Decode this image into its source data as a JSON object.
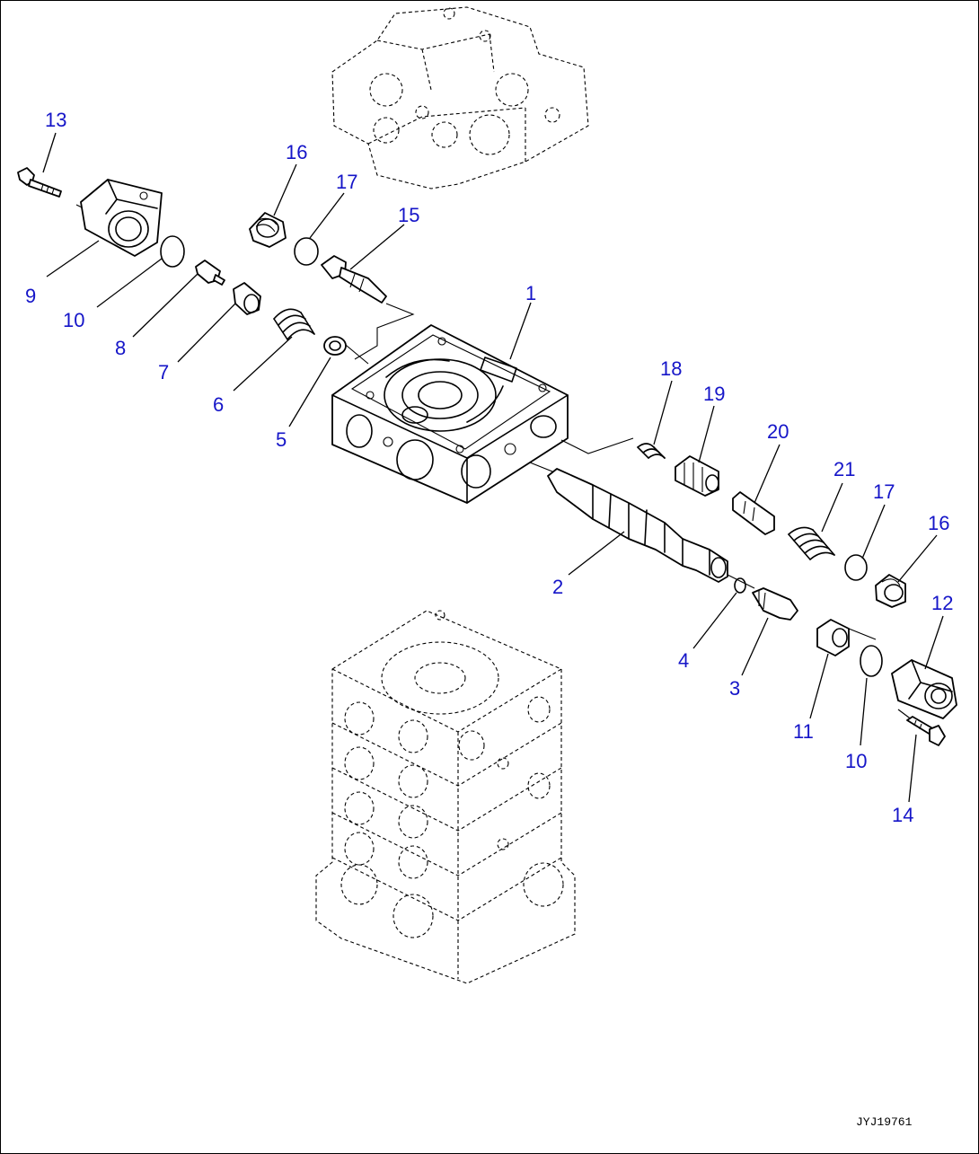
{
  "callouts": {
    "c1": "1",
    "c2": "2",
    "c3": "3",
    "c4": "4",
    "c5": "5",
    "c6": "6",
    "c7": "7",
    "c8": "8",
    "c9": "9",
    "c10a": "10",
    "c10b": "10",
    "c11": "11",
    "c12": "12",
    "c13": "13",
    "c14": "14",
    "c15": "15",
    "c16a": "16",
    "c16b": "16",
    "c17a": "17",
    "c17b": "17",
    "c18": "18",
    "c19": "19",
    "c20": "20",
    "c21": "21"
  },
  "drawing_code": "JYJ19761",
  "colors": {
    "callout": "#1515c8",
    "line": "#000000"
  }
}
